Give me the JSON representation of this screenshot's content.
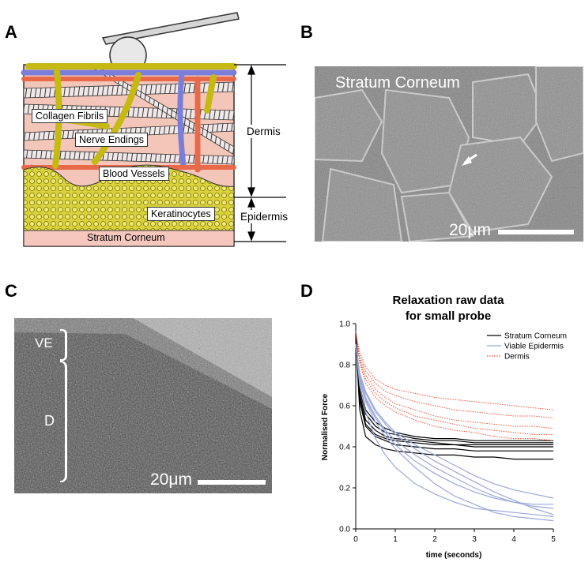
{
  "figure": {
    "panel_labels": [
      "A",
      "B",
      "C",
      "D"
    ],
    "panel_a": {
      "labels": {
        "collagen_fibrils": "Collagen Fibrils",
        "nerve_endings": "Nerve Endings",
        "blood_vessels": "Blood Vessels",
        "keratinocytes": "Keratinocytes",
        "stratum_corneum": "Stratum Corneum",
        "dermis": "Dermis",
        "epidermis": "Epidermis"
      }
    },
    "panel_b": {
      "title": "Stratum Corneum",
      "scale": "20μm"
    },
    "panel_c": {
      "ve_label": "VE",
      "d_label": "D",
      "scale": "20μm"
    }
  },
  "chart_data": {
    "type": "line",
    "title": "Relaxation raw data\nfor small probe",
    "title_lines": [
      "Relaxation raw data",
      "for small probe"
    ],
    "xlabel": "time (seconds)",
    "ylabel": "Normalised Force",
    "xlim": [
      0,
      5
    ],
    "ylim": [
      0,
      1.0
    ],
    "xticks": [
      "0",
      "1",
      "2",
      "3",
      "4",
      "5"
    ],
    "yticks": [
      "0.0",
      "0.2",
      "0.4",
      "0.6",
      "0.8",
      "1.0"
    ],
    "legend_position": "top-right",
    "legend": [
      {
        "label": "Stratum Corneum",
        "color": "#000000",
        "style": "solid"
      },
      {
        "label": "Viable Epidermis",
        "color": "#9aa8dc",
        "style": "solid"
      },
      {
        "label": "Dermis",
        "color": "#e8553a",
        "style": "dotted"
      }
    ],
    "x": [
      0,
      0.1,
      0.25,
      0.5,
      0.75,
      1,
      1.5,
      2,
      2.5,
      3,
      3.5,
      4,
      4.5,
      5
    ],
    "series": [
      {
        "group": "Stratum Corneum",
        "values": [
          0.96,
          0.7,
          0.58,
          0.52,
          0.49,
          0.47,
          0.45,
          0.44,
          0.44,
          0.43,
          0.43,
          0.43,
          0.43,
          0.43
        ]
      },
      {
        "group": "Stratum Corneum",
        "values": [
          0.95,
          0.68,
          0.56,
          0.5,
          0.47,
          0.46,
          0.44,
          0.43,
          0.43,
          0.42,
          0.42,
          0.42,
          0.42,
          0.42
        ]
      },
      {
        "group": "Stratum Corneum",
        "values": [
          0.95,
          0.66,
          0.53,
          0.48,
          0.45,
          0.44,
          0.43,
          0.42,
          0.41,
          0.41,
          0.41,
          0.41,
          0.41,
          0.41
        ]
      },
      {
        "group": "Stratum Corneum",
        "values": [
          0.94,
          0.64,
          0.51,
          0.46,
          0.44,
          0.43,
          0.42,
          0.41,
          0.41,
          0.4,
          0.4,
          0.4,
          0.4,
          0.4
        ]
      },
      {
        "group": "Stratum Corneum",
        "values": [
          0.94,
          0.62,
          0.5,
          0.45,
          0.43,
          0.41,
          0.4,
          0.39,
          0.39,
          0.38,
          0.38,
          0.38,
          0.38,
          0.38
        ]
      },
      {
        "group": "Stratum Corneum",
        "values": [
          0.93,
          0.58,
          0.45,
          0.41,
          0.39,
          0.38,
          0.37,
          0.36,
          0.36,
          0.35,
          0.35,
          0.34,
          0.34,
          0.34
        ]
      },
      {
        "group": "Viable Epidermis",
        "values": [
          0.9,
          0.74,
          0.64,
          0.55,
          0.48,
          0.43,
          0.36,
          0.3,
          0.25,
          0.2,
          0.16,
          0.13,
          0.11,
          0.1
        ]
      },
      {
        "group": "Viable Epidermis",
        "values": [
          0.9,
          0.72,
          0.62,
          0.52,
          0.45,
          0.39,
          0.3,
          0.22,
          0.16,
          0.12,
          0.08,
          0.06,
          0.05,
          0.04
        ]
      },
      {
        "group": "Viable Epidermis",
        "values": [
          0.9,
          0.75,
          0.66,
          0.57,
          0.51,
          0.46,
          0.39,
          0.33,
          0.28,
          0.23,
          0.18,
          0.14,
          0.1,
          0.07
        ]
      },
      {
        "group": "Viable Epidermis",
        "values": [
          0.9,
          0.73,
          0.63,
          0.54,
          0.47,
          0.41,
          0.33,
          0.27,
          0.22,
          0.18,
          0.15,
          0.13,
          0.12,
          0.12
        ]
      },
      {
        "group": "Viable Epidermis",
        "values": [
          0.9,
          0.76,
          0.67,
          0.58,
          0.52,
          0.47,
          0.41,
          0.36,
          0.31,
          0.26,
          0.22,
          0.19,
          0.17,
          0.15
        ]
      },
      {
        "group": "Viable Epidermis",
        "values": [
          0.9,
          0.7,
          0.57,
          0.44,
          0.36,
          0.3,
          0.22,
          0.17,
          0.13,
          0.1,
          0.09,
          0.08,
          0.07,
          0.06
        ]
      },
      {
        "group": "Dermis",
        "values": [
          0.96,
          0.86,
          0.79,
          0.73,
          0.7,
          0.68,
          0.66,
          0.64,
          0.63,
          0.62,
          0.61,
          0.6,
          0.59,
          0.58
        ]
      },
      {
        "group": "Dermis",
        "values": [
          0.96,
          0.84,
          0.77,
          0.71,
          0.67,
          0.65,
          0.62,
          0.6,
          0.58,
          0.57,
          0.56,
          0.55,
          0.55,
          0.54
        ]
      },
      {
        "group": "Dermis",
        "values": [
          0.96,
          0.83,
          0.75,
          0.68,
          0.64,
          0.61,
          0.58,
          0.55,
          0.53,
          0.52,
          0.51,
          0.5,
          0.5,
          0.49
        ]
      },
      {
        "group": "Dermis",
        "values": [
          0.96,
          0.82,
          0.73,
          0.66,
          0.62,
          0.59,
          0.55,
          0.53,
          0.51,
          0.49,
          0.48,
          0.47,
          0.46,
          0.46
        ]
      },
      {
        "group": "Dermis",
        "values": [
          0.96,
          0.81,
          0.71,
          0.64,
          0.6,
          0.57,
          0.53,
          0.5,
          0.48,
          0.47,
          0.45,
          0.44,
          0.44,
          0.43
        ]
      }
    ]
  }
}
